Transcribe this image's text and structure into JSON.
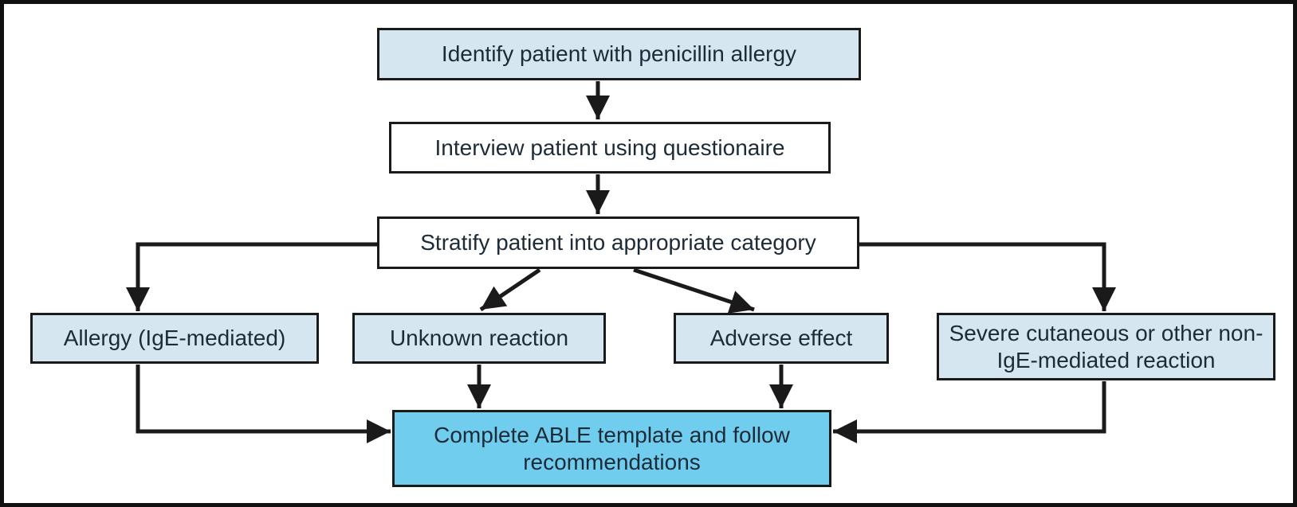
{
  "diagram": {
    "type": "flowchart",
    "nodes": {
      "identify": {
        "label": "Identify patient with penicillin allergy",
        "fill": "light-blue"
      },
      "interview": {
        "label": "Interview patient using questionaire",
        "fill": "white"
      },
      "stratify": {
        "label": "Stratify patient into appropriate category",
        "fill": "white"
      },
      "allergy": {
        "label": "Allergy (IgE-mediated)",
        "fill": "light-blue"
      },
      "unknown": {
        "label": "Unknown reaction",
        "fill": "light-blue"
      },
      "adverse": {
        "label": "Adverse effect",
        "fill": "light-blue"
      },
      "severe": {
        "label": "Severe cutaneous or other non-IgE-mediated reaction",
        "fill": "light-blue"
      },
      "complete": {
        "label": "Complete ABLE template and follow recommendations",
        "fill": "bright-blue"
      }
    },
    "edges": [
      {
        "from": "identify",
        "to": "interview"
      },
      {
        "from": "interview",
        "to": "stratify"
      },
      {
        "from": "stratify",
        "to": "allergy"
      },
      {
        "from": "stratify",
        "to": "unknown"
      },
      {
        "from": "stratify",
        "to": "adverse"
      },
      {
        "from": "stratify",
        "to": "severe"
      },
      {
        "from": "allergy",
        "to": "complete"
      },
      {
        "from": "unknown",
        "to": "complete"
      },
      {
        "from": "adverse",
        "to": "complete"
      },
      {
        "from": "severe",
        "to": "complete"
      }
    ],
    "colors": {
      "light_blue_fill": "#d5e6f0",
      "highlight_fill": "#70cdee",
      "box_border": "#1a1a1a",
      "arrow": "#1a1a1a",
      "text": "#1d2b38",
      "frame": "#111111",
      "background": "#ffffff"
    }
  }
}
